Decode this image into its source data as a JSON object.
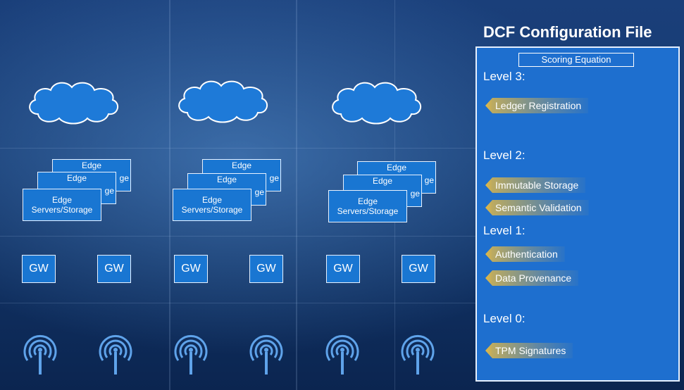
{
  "panel": {
    "title": "DCF Configuration File",
    "scoring_label": "Scoring Equation",
    "levels": [
      {
        "label": "Level 3:",
        "items": [
          "Ledger Registration"
        ]
      },
      {
        "label": "Level 2:",
        "items": [
          "Immutable Storage",
          "Semantic Validation"
        ]
      },
      {
        "label": "Level 1:",
        "items": [
          "Authentication",
          "Data Provenance"
        ]
      },
      {
        "label": "Level 0:",
        "items": [
          "TPM Signatures"
        ]
      }
    ]
  },
  "edge": {
    "back_label": "Edge",
    "back_side": "ge",
    "front_line1": "Edge",
    "front_line2": "Servers/Storage"
  },
  "gateways": [
    "GW",
    "GW",
    "GW",
    "GW",
    "GW",
    "GW"
  ],
  "icons": {
    "cloud": "cloud-icon",
    "antenna": "antenna-icon"
  }
}
